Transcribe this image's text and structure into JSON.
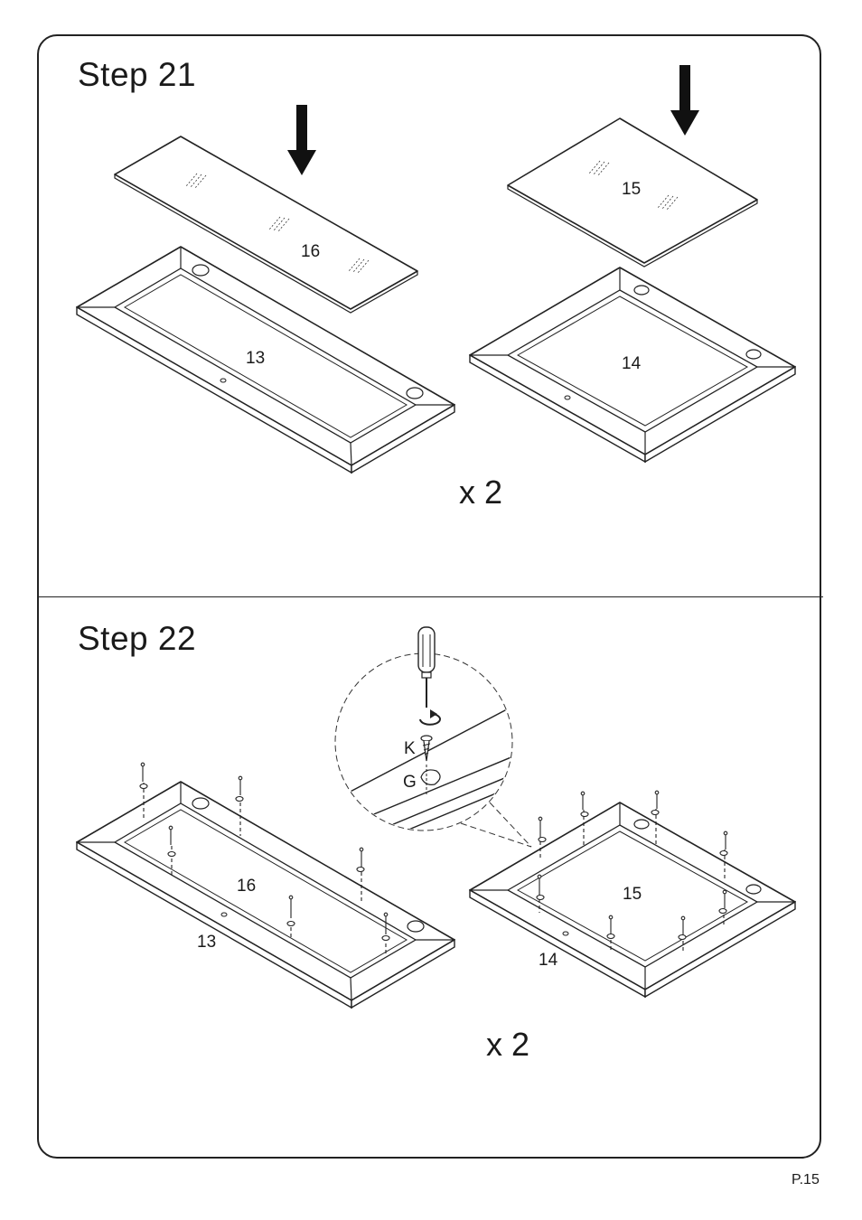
{
  "steps": [
    {
      "title": "Step  21",
      "multiplier": "x 2",
      "parts": {
        "frame_long": "13",
        "frame_short": "14",
        "glass_long": "16",
        "glass_short": "15"
      }
    },
    {
      "title": "Step  22",
      "multiplier": "x 2",
      "parts": {
        "frame_long": "13",
        "frame_short": "14",
        "glass_long": "16",
        "glass_short": "15"
      },
      "hardware": {
        "screw": "K",
        "clip": "G"
      }
    }
  ],
  "icons": [
    "arrow-down-icon",
    "screwdriver-icon",
    "rotate-icon",
    "screw-icon",
    "clip-icon"
  ],
  "page_number": "P.15"
}
